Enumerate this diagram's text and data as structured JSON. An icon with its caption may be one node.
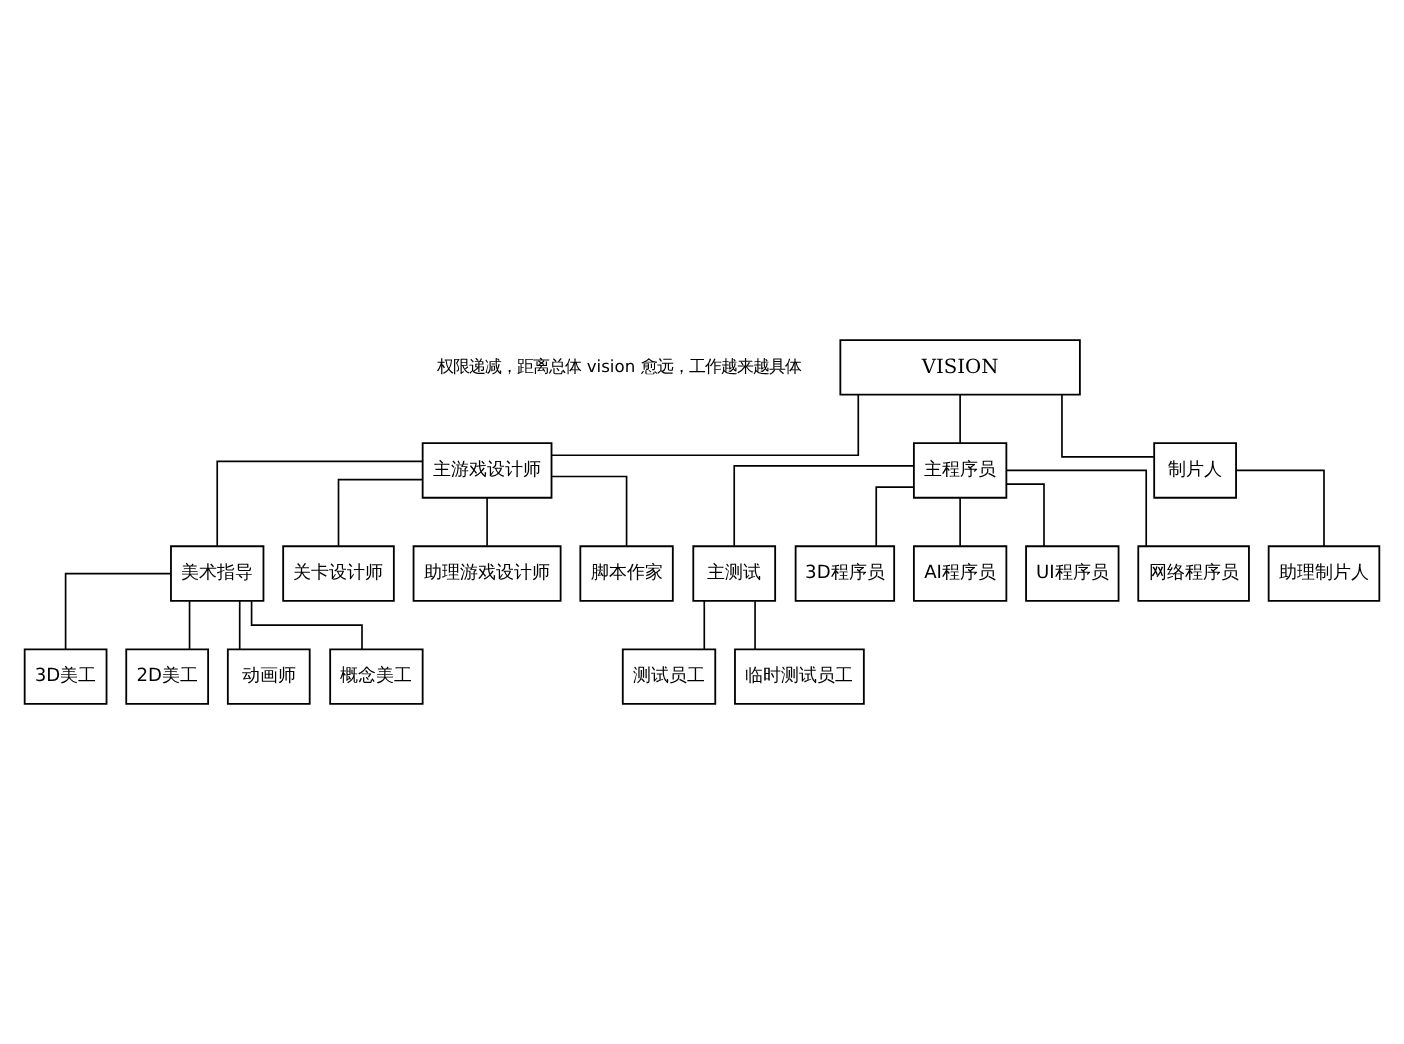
{
  "diagram": {
    "nodes": [
      {
        "text": [
          "VISION"
        ]
      },
      {
        "text": [
          "主游戏设计师"
        ]
      },
      {
        "text": [
          "主程序员"
        ]
      },
      {
        "text": [
          "制片人"
        ]
      },
      {
        "text": [
          "美术指导"
        ]
      },
      {
        "text": [
          "主测试"
        ]
      },
      {
        "text": [
          "3D美工"
        ]
      },
      {
        "text": [
          "2D美工"
        ]
      },
      {
        "text": [
          "动画师"
        ]
      },
      {
        "text": [
          "概念美工"
        ]
      },
      {
        "text": [
          "关卡设计师"
        ]
      },
      {
        "text": [
          "助理游戏设计师"
        ]
      },
      {
        "text": [
          "脚本作家"
        ]
      },
      {
        "text": [
          "3D程序员"
        ]
      },
      {
        "text": [
          "AI程序员"
        ]
      },
      {
        "text": [
          "UI程序员"
        ]
      },
      {
        "text": [
          "网络程序员"
        ]
      },
      {
        "text": [
          "测试员工"
        ]
      },
      {
        "text": [
          "临时测试员工"
        ]
      },
      {
        "text": [
          "助理制片人"
        ]
      }
    ],
    "edges": [
      {
        "from": 0,
        "to": 1,
        "arrow": "none"
      },
      {
        "from": 0,
        "to": 2,
        "arrow": "none"
      },
      {
        "from": 0,
        "to": 3,
        "arrow": "none"
      },
      {
        "from": 1,
        "to": 4,
        "arrow": "none"
      },
      {
        "from": 1,
        "to": 10,
        "arrow": "none"
      },
      {
        "from": 1,
        "to": 11,
        "arrow": "none"
      },
      {
        "from": 1,
        "to": 12,
        "arrow": "none"
      },
      {
        "from": 4,
        "to": 6,
        "arrow": "none"
      },
      {
        "from": 4,
        "to": 7,
        "arrow": "none"
      },
      {
        "from": 4,
        "to": 8,
        "arrow": "none"
      },
      {
        "from": 4,
        "to": 9,
        "arrow": "none"
      },
      {
        "from": 2,
        "to": 5,
        "arrow": "none"
      },
      {
        "from": 2,
        "to": 13,
        "arrow": "none"
      },
      {
        "from": 2,
        "to": 14,
        "arrow": "none"
      },
      {
        "from": 2,
        "to": 15,
        "arrow": "none"
      },
      {
        "from": 2,
        "to": 16,
        "arrow": "none"
      },
      {
        "from": 5,
        "to": 17,
        "arrow": "none"
      },
      {
        "from": 5,
        "to": 18,
        "arrow": "none"
      },
      {
        "from": 3,
        "to": 19,
        "arrow": "none"
      }
    ],
    "labels": [
      "权限递减，距离总体 vision 愈远，工作越来越具体"
    ]
  }
}
